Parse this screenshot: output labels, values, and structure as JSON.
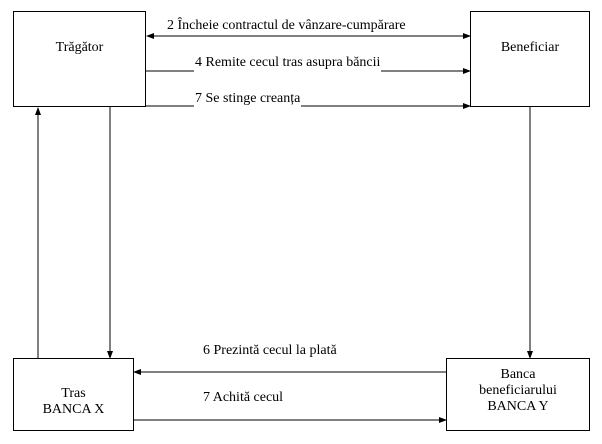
{
  "nodes": {
    "tragator": {
      "label": "Trăgător"
    },
    "beneficiar": {
      "label": "Beneficiar"
    },
    "tras": {
      "label_line1": "Tras",
      "label_line2": "BANCA X"
    },
    "banca_beneficiar": {
      "label_line1": "Banca",
      "label_line2": "beneficiarului",
      "label_line3": "BANCA Y"
    }
  },
  "edges": {
    "e2": {
      "label": "2 Încheie contractul de vânzare-cumpărare"
    },
    "e4": {
      "label": "4 Remite cecul tras asupra băncii"
    },
    "e7a": {
      "label": "7 Se stinge creanța"
    },
    "e6": {
      "label": "6 Prezintă cecul la plată"
    },
    "e7b": {
      "label": "7 Achită cecul"
    }
  }
}
